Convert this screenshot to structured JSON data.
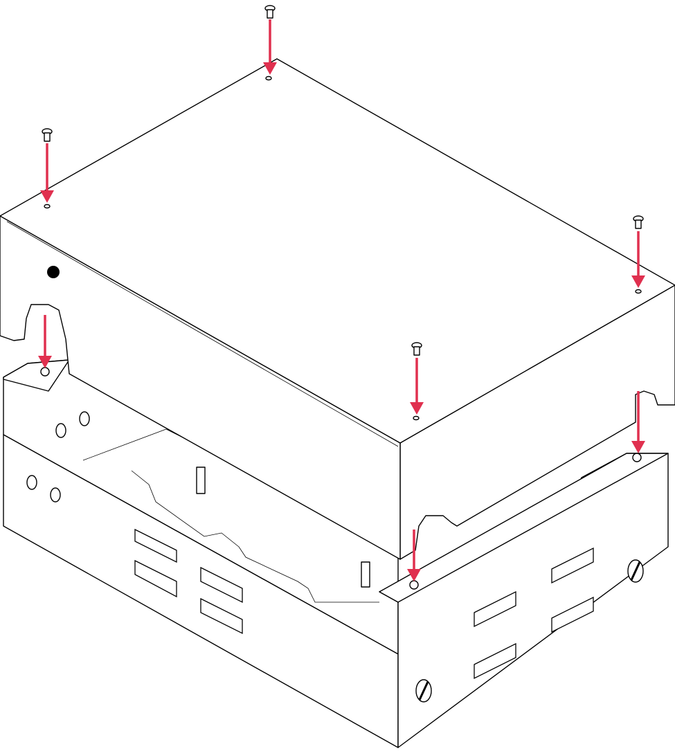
{
  "diagram": {
    "type": "assembly-instruction",
    "parts": [
      "lid",
      "base-enclosure",
      "screws"
    ],
    "screw_count": 4,
    "base_fastener_count": 3,
    "colors": {
      "arrow": "#e0304f",
      "outline": "#000000",
      "background": "#ffffff"
    }
  }
}
